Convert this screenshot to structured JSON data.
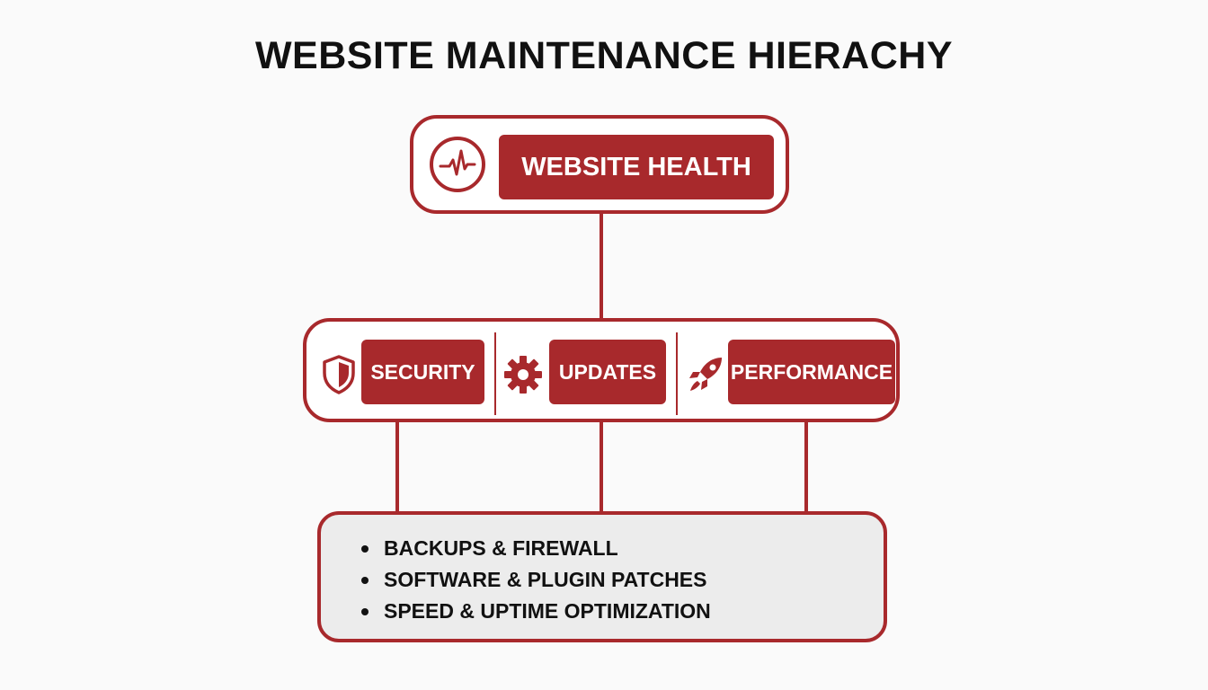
{
  "title": "WEBSITE MAINTENANCE HIERACHY",
  "colors": {
    "accent": "#a8292c",
    "background": "#fafafa",
    "task_panel": "#ececec"
  },
  "root": {
    "label": "WEBSITE HEALTH",
    "icon": "heartbeat-icon"
  },
  "categories": [
    {
      "label": "SECURITY",
      "icon": "shield-icon"
    },
    {
      "label": "UPDATES",
      "icon": "gear-icon"
    },
    {
      "label": "PERFORMANCE",
      "icon": "rocket-icon"
    }
  ],
  "tasks": [
    "BACKUPS & FIREWALL",
    "SOFTWARE & PLUGIN PATCHES",
    "SPEED & UPTIME OPTIMIZATION"
  ]
}
